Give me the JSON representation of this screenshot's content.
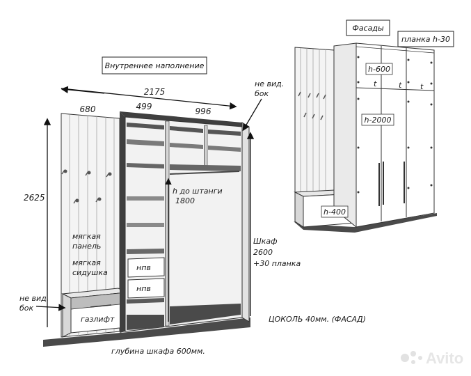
{
  "titles": {
    "internal": "Внутреннее наполнение",
    "facades": "Фасады",
    "plank": "планка h-30"
  },
  "dimensions": {
    "total_width": "2175",
    "w680": "680",
    "w499": "499",
    "w996": "996",
    "height": "2625"
  },
  "labels": {
    "not_visible_top_1": "не вид.",
    "not_visible_top_2": "бок",
    "not_visible_left_1": "не вид.",
    "not_visible_left_2": "бок",
    "soft_panel_1": "мягкая",
    "soft_panel_2": "панель",
    "soft_seat_1": "мягкая",
    "soft_seat_2": "сидушка",
    "npv_1": "нпв",
    "npv_2": "нпв",
    "gaslift": "газлифт",
    "rod_height_1": "h до штанги",
    "rod_height_2": "1800",
    "wardrobe_1": "Шкаф",
    "wardrobe_2": "2600",
    "wardrobe_3": "+30 планка",
    "plinth": "ЦОКОЛЬ 40мм. (ФАСАД)",
    "depth": "глубина шкафа 600мм."
  },
  "facade_labels": {
    "h600": "h-600",
    "h2000": "h-2000",
    "h400": "h-400",
    "t1": "t",
    "t2": "t",
    "t3": "t"
  },
  "watermark": "Avito"
}
